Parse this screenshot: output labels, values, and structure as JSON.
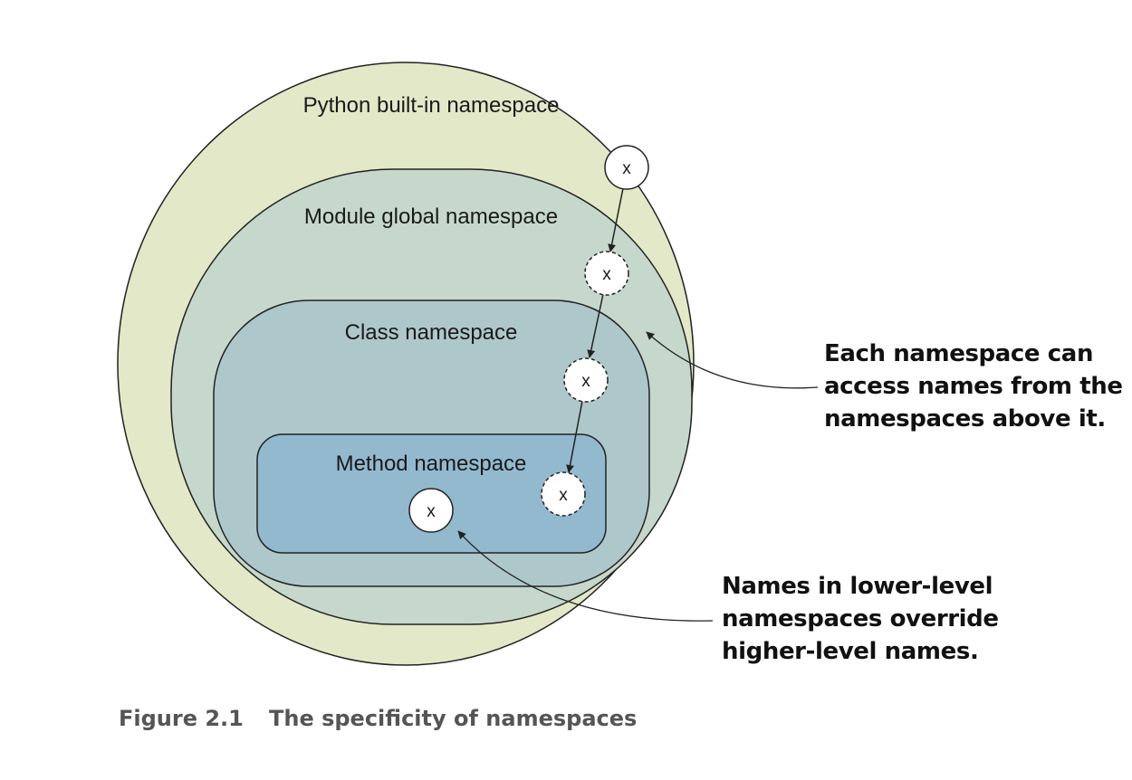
{
  "regions": {
    "builtin": {
      "label": "Python built-in namespace",
      "fill": "#e3e8c8"
    },
    "module": {
      "label": "Module global namespace",
      "fill": "#c6d8cc"
    },
    "class": {
      "label": "Class namespace",
      "fill": "#aec7cb"
    },
    "method": {
      "label": "Method namespace",
      "fill": "#93b9cf"
    }
  },
  "variables": [
    {
      "label": "x",
      "style": "solid"
    },
    {
      "label": "x",
      "style": "dashed"
    },
    {
      "label": "x",
      "style": "dashed"
    },
    {
      "label": "x",
      "style": "dashed"
    },
    {
      "label": "x",
      "style": "solid"
    }
  ],
  "callouts": {
    "access": {
      "lines": [
        "Each namespace can",
        "access names from the",
        "namespaces above it."
      ]
    },
    "override": {
      "lines": [
        "Names in lower-level",
        "namespaces override",
        "higher-level names."
      ]
    }
  },
  "caption": {
    "number": "Figure 2.1",
    "text": "The specificity of namespaces"
  }
}
